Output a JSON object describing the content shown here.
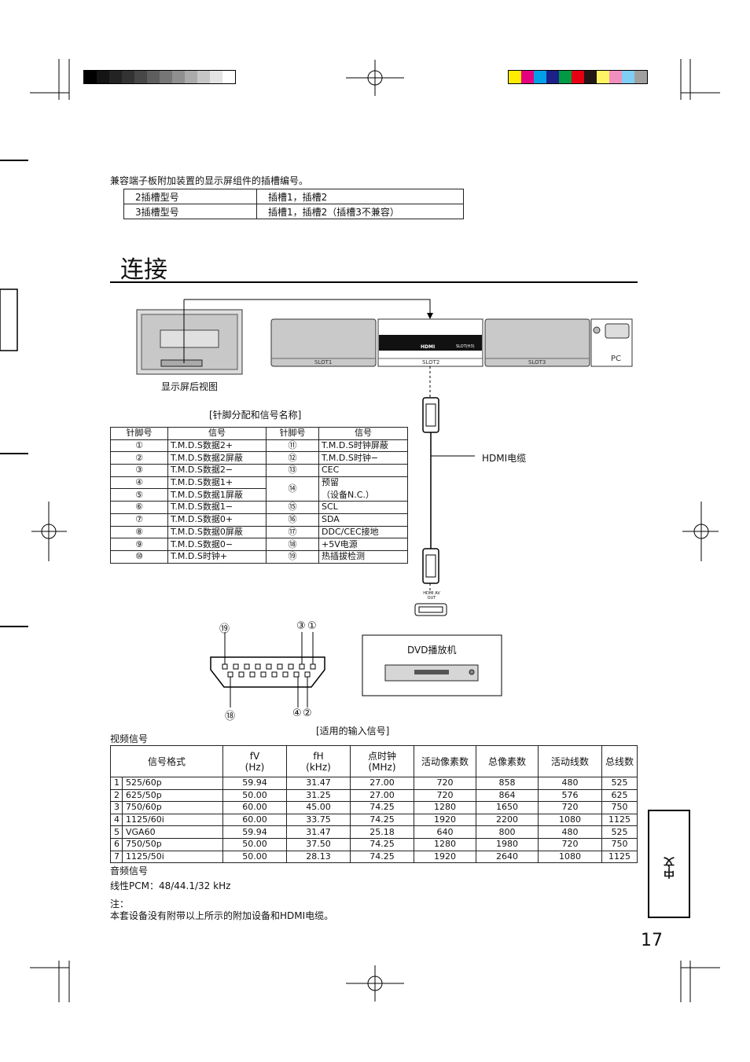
{
  "intro": "兼容端子板附加装置的显示屏组件的插槽编号。",
  "slot_table": [
    [
      "2插槽型号",
      "插槽1，插槽2"
    ],
    [
      "3插槽型号",
      "插槽1，插槽2（插槽3不兼容）"
    ]
  ],
  "section_title": "连接",
  "diagram": {
    "display_rear_caption": "显示屏后视图",
    "slot1": "SLOT1",
    "slot2": "SLOT2",
    "slot3": "SLOT3",
    "pc_label": "PC",
    "hdmi_logo": "HDMI",
    "slot_id": "SLOT(H3)",
    "cable_label": "HDMI电缆",
    "av_out_label": "HDMI AV OUT",
    "dvd_label": "DVD播放机"
  },
  "pin_table_title": "[针脚分配和信号名称]",
  "pin_table": {
    "headers": [
      "针脚号",
      "信号",
      "针脚号",
      "信号"
    ],
    "rows": [
      [
        "①",
        "T.M.D.S数据2+",
        "⑪",
        "T.M.D.S时钟屏蔽"
      ],
      [
        "②",
        "T.M.D.S数据2屏蔽",
        "⑫",
        "T.M.D.S时钟−"
      ],
      [
        "③",
        "T.M.D.S数据2−",
        "⑬",
        "CEC"
      ],
      [
        "④",
        "T.M.D.S数据1+",
        "⑭",
        "预留"
      ],
      [
        "⑤",
        "T.M.D.S数据1屏蔽",
        "",
        "（设备N.C.）"
      ],
      [
        "⑥",
        "T.M.D.S数据1−",
        "⑮",
        "SCL"
      ],
      [
        "⑦",
        "T.M.D.S数据0+",
        "⑯",
        "SDA"
      ],
      [
        "⑧",
        "T.M.D.S数据0屏蔽",
        "⑰",
        "DDC/CEC接地"
      ],
      [
        "⑨",
        "T.M.D.S数据0−",
        "⑱",
        "+5V电源"
      ],
      [
        "⑩",
        "T.M.D.S时钟+",
        "⑲",
        "热插拔检测"
      ]
    ]
  },
  "connector_pins": {
    "top_left": "⑲",
    "top_mid": "③",
    "top_right": "①",
    "bottom_left": "⑱",
    "bottom_mid": "④",
    "bottom_right": "②"
  },
  "signal_table_title": "[适用的输入信号]",
  "video_signal_label": "视频信号",
  "signal_table": {
    "headers": [
      "信号格式",
      "fV\n(Hz)",
      "fH\n(kHz)",
      "点时钟\n(MHz)",
      "活动像素数",
      "总像素数",
      "活动线数",
      "总线数"
    ],
    "rows": [
      [
        "1",
        "525/60p",
        "59.94",
        "31.47",
        "27.00",
        "720",
        "858",
        "480",
        "525"
      ],
      [
        "2",
        "625/50p",
        "50.00",
        "31.25",
        "27.00",
        "720",
        "864",
        "576",
        "625"
      ],
      [
        "3",
        "750/60p",
        "60.00",
        "45.00",
        "74.25",
        "1280",
        "1650",
        "720",
        "750"
      ],
      [
        "4",
        "1125/60i",
        "60.00",
        "33.75",
        "74.25",
        "1920",
        "2200",
        "1080",
        "1125"
      ],
      [
        "5",
        "VGA60",
        "59.94",
        "31.47",
        "25.18",
        "640",
        "800",
        "480",
        "525"
      ],
      [
        "6",
        "750/50p",
        "50.00",
        "37.50",
        "74.25",
        "1280",
        "1980",
        "720",
        "750"
      ],
      [
        "7",
        "1125/50i",
        "50.00",
        "28.13",
        "74.25",
        "1920",
        "2640",
        "1080",
        "1125"
      ]
    ]
  },
  "audio_label": "音频信号",
  "audio_value": "线性PCM：48/44.1/32 kHz",
  "note_label": "注：",
  "note_text": "本套设备没有附带以上所示的附加设备和HDMI电缆。",
  "side_tab": "中文",
  "page_number": "17",
  "colors": {
    "grayscale": [
      "#000000",
      "#141414",
      "#232323",
      "#333333",
      "#474747",
      "#5e5e5e",
      "#767676",
      "#8f8f8f",
      "#aaaaaa",
      "#c6c6c6",
      "#e3e3e3",
      "#ffffff"
    ],
    "color": [
      "#ffec00",
      "#e5007f",
      "#00a0e9",
      "#1d2088",
      "#009944",
      "#e60012",
      "#231815",
      "#fff462",
      "#f08fbd",
      "#7fcef4",
      "#a0a0a0"
    ]
  }
}
